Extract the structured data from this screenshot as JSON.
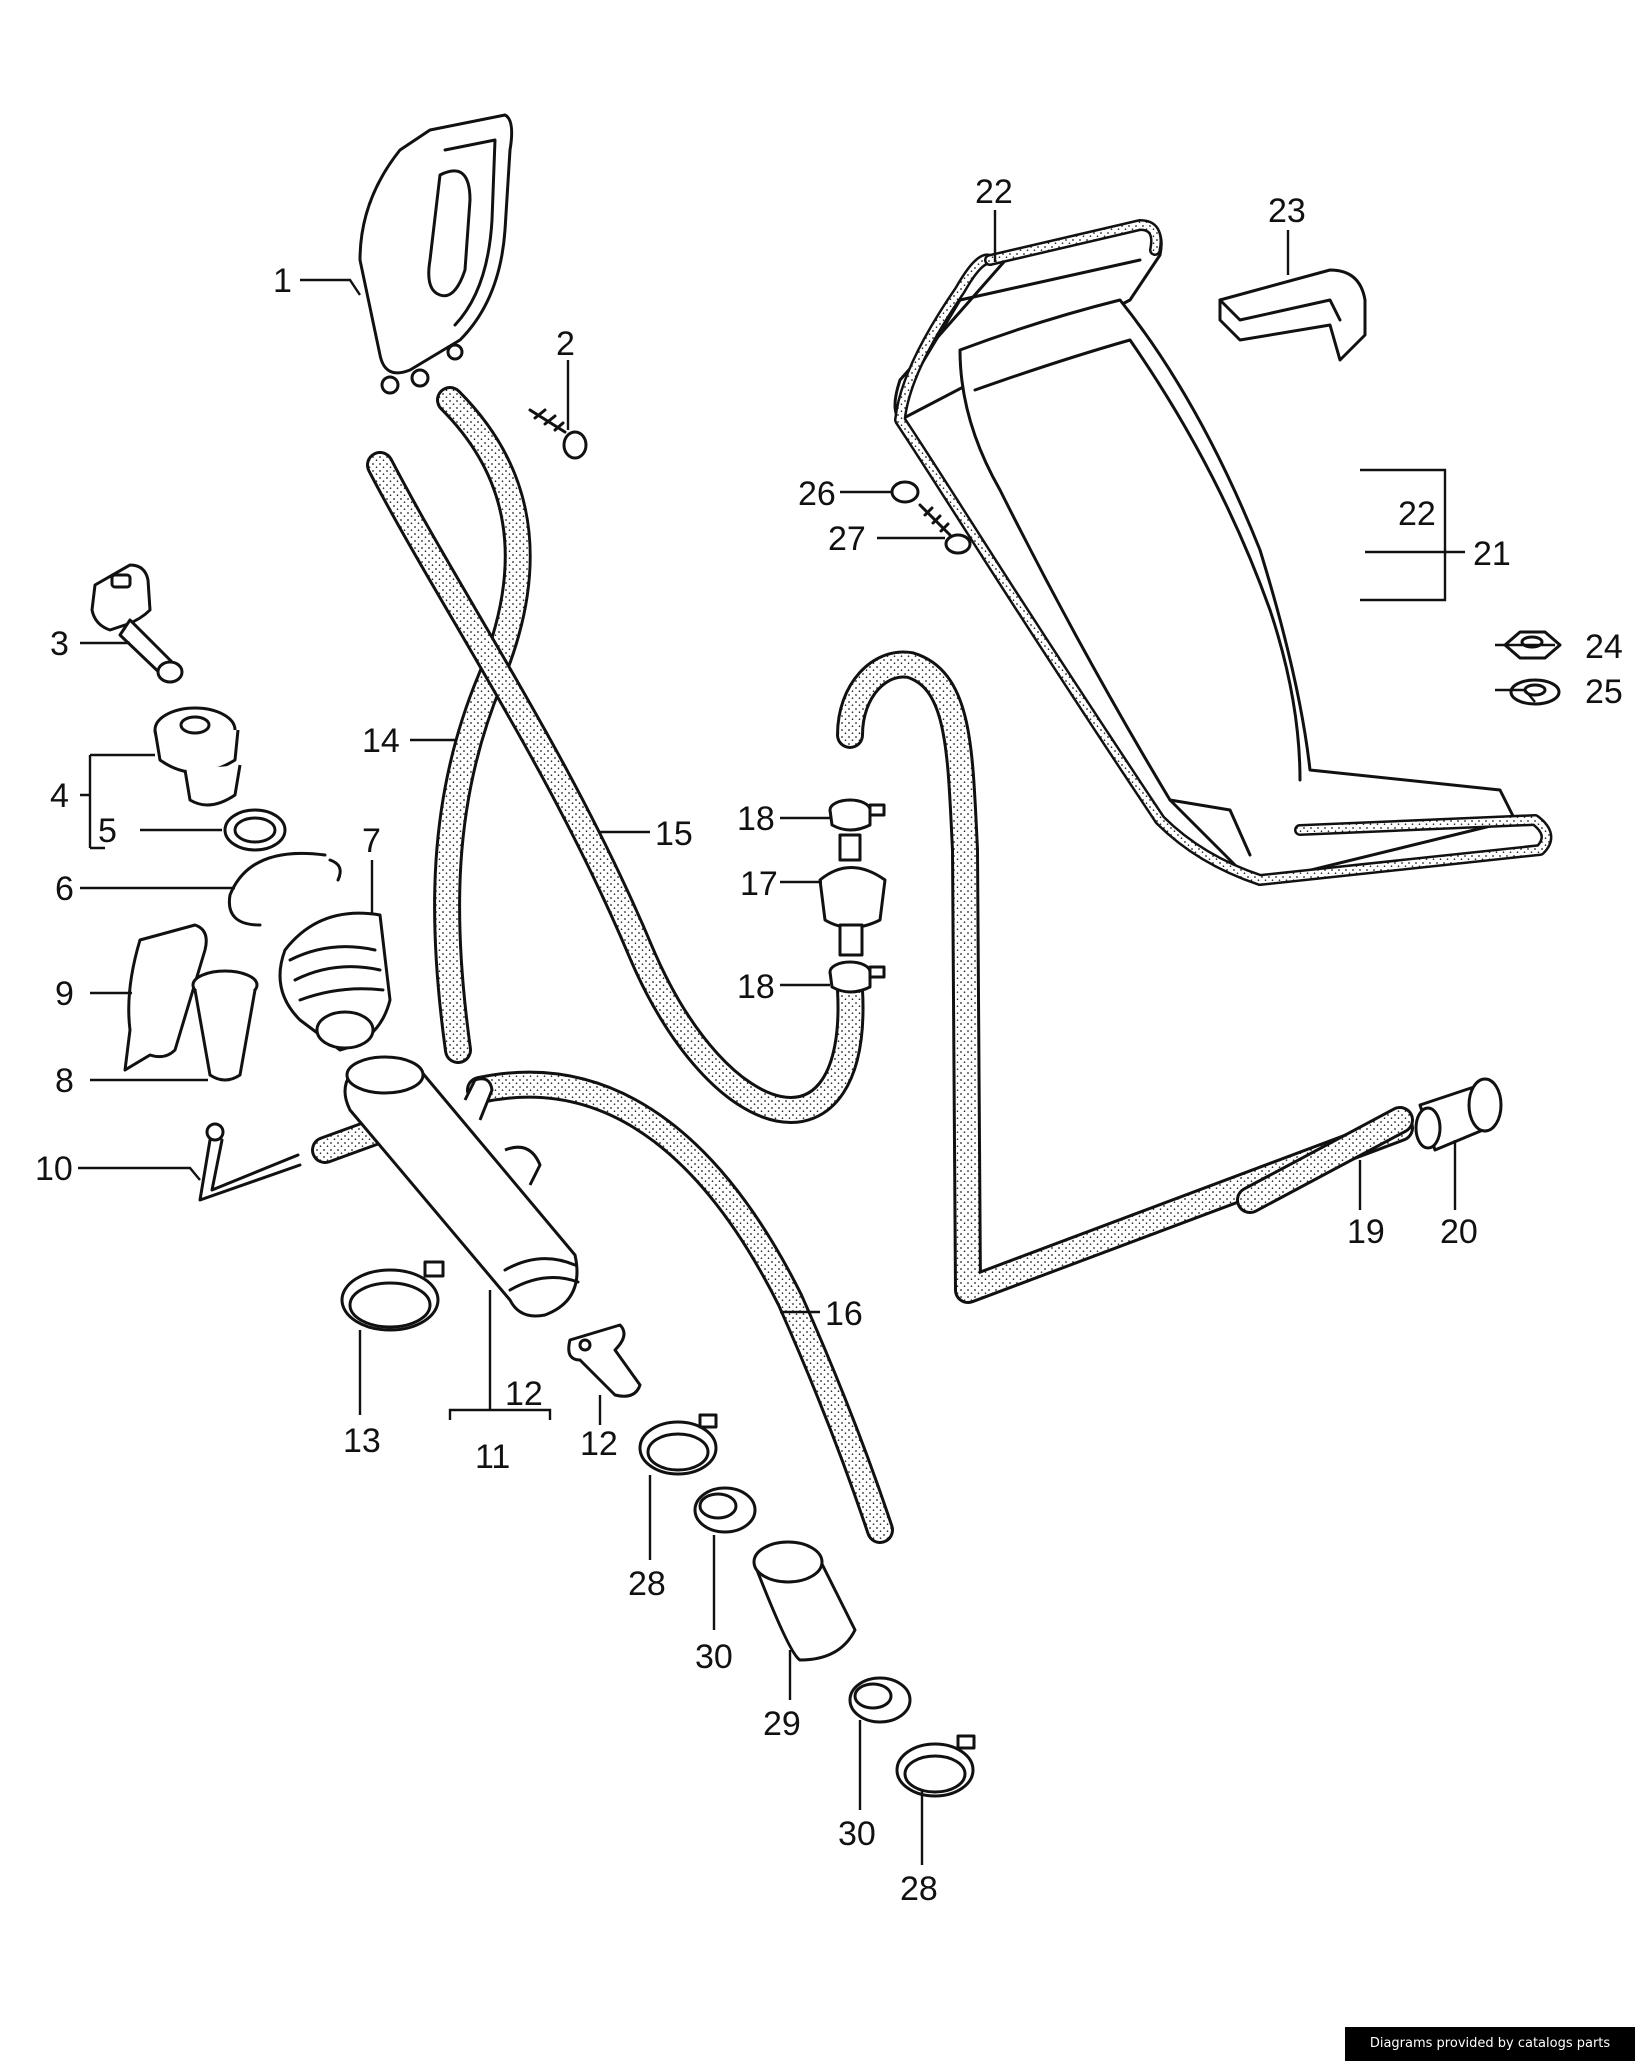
{
  "callouts": [
    {
      "id": "c1",
      "text": "1"
    },
    {
      "id": "c2",
      "text": "2"
    },
    {
      "id": "c3",
      "text": "3"
    },
    {
      "id": "c4",
      "text": "4"
    },
    {
      "id": "c5",
      "text": "5"
    },
    {
      "id": "c6",
      "text": "6"
    },
    {
      "id": "c7",
      "text": "7"
    },
    {
      "id": "c8",
      "text": "8"
    },
    {
      "id": "c9",
      "text": "9"
    },
    {
      "id": "c10",
      "text": "10"
    },
    {
      "id": "c11",
      "text": "11"
    },
    {
      "id": "c12a",
      "text": "12"
    },
    {
      "id": "c12b",
      "text": "12"
    },
    {
      "id": "c13",
      "text": "13"
    },
    {
      "id": "c14",
      "text": "14"
    },
    {
      "id": "c15",
      "text": "15"
    },
    {
      "id": "c16",
      "text": "16"
    },
    {
      "id": "c17",
      "text": "17"
    },
    {
      "id": "c18a",
      "text": "18"
    },
    {
      "id": "c18b",
      "text": "18"
    },
    {
      "id": "c19",
      "text": "19"
    },
    {
      "id": "c20",
      "text": "20"
    },
    {
      "id": "c21",
      "text": "21"
    },
    {
      "id": "c22a",
      "text": "22"
    },
    {
      "id": "c22b",
      "text": "22"
    },
    {
      "id": "c23",
      "text": "23"
    },
    {
      "id": "c24",
      "text": "24"
    },
    {
      "id": "c25",
      "text": "25"
    },
    {
      "id": "c26",
      "text": "26"
    },
    {
      "id": "c27",
      "text": "27"
    },
    {
      "id": "c28a",
      "text": "28"
    },
    {
      "id": "c28b",
      "text": "28"
    },
    {
      "id": "c29",
      "text": "29"
    },
    {
      "id": "c30a",
      "text": "30"
    },
    {
      "id": "c30b",
      "text": "30"
    }
  ],
  "credit": "Diagrams provided by catalogs parts"
}
